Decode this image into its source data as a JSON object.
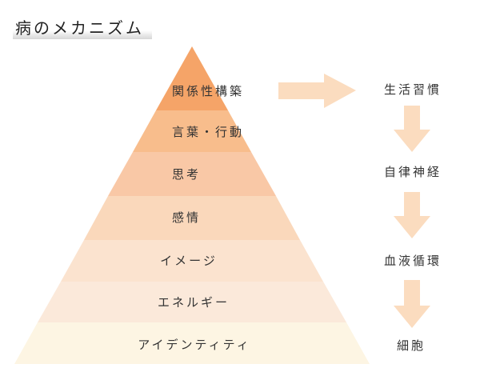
{
  "title": "病のメカニズム",
  "pyramid": {
    "layers": [
      {
        "label": "関係性構築",
        "color": "#f5a468"
      },
      {
        "label": "言葉・行動",
        "color": "#f8bd8c"
      },
      {
        "label": "思考",
        "color": "#f9c8a6"
      },
      {
        "label": "感情",
        "color": "#fad8bb"
      },
      {
        "label": "イメージ",
        "color": "#fbe3cf"
      },
      {
        "label": "エネルギー",
        "color": "#fbe9da"
      },
      {
        "label": "アイデンティティ",
        "color": "#fdf5e3"
      }
    ]
  },
  "flow": {
    "steps": [
      "生活習慣",
      "自律神経",
      "血液循環",
      "細胞"
    ],
    "arrow_color": "#fbdcbf"
  },
  "colors": {
    "title_underline": "#dcdcdc"
  }
}
